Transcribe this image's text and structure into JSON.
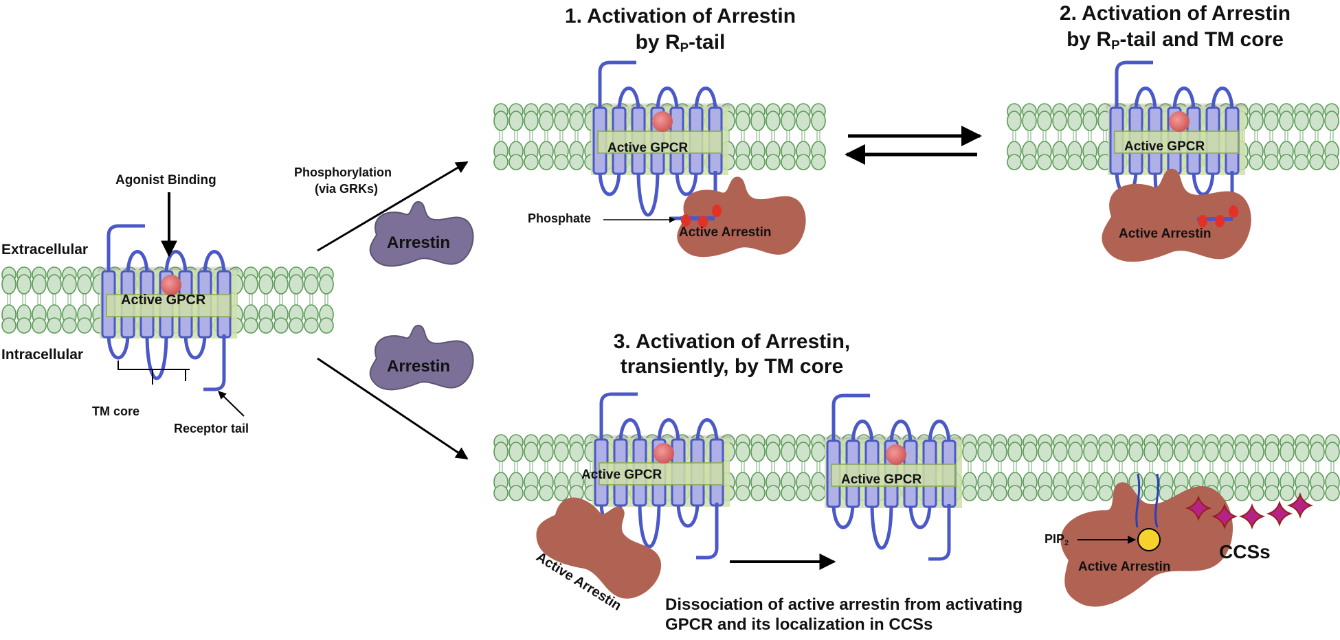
{
  "figure": {
    "colors": {
      "membrane_fill": "#cfe3cc",
      "membrane_stroke": "#5a9a55",
      "receptor_fill": "#aeb0e6",
      "receptor_stroke": "#4a58c8",
      "core_box_fill": "#cfe0a8",
      "ligand": "#e06b6b",
      "arrestin_inactive": "#7c7098",
      "arrestin_active": "#b06253",
      "phosphate": "#e23228",
      "pip2": "#f7d22a",
      "ccs": "#b52387",
      "arrow": "#000000"
    },
    "left_panel": {
      "agonist_binding": "Agonist Binding",
      "extracellular": "Extracellular",
      "intracellular": "Intracellular",
      "gpcr_label": "Active GPCR",
      "tm_core": "TM core",
      "receptor_tail": "Receptor tail"
    },
    "arrows": {
      "phosphorylation_line1": "Phosphorylation",
      "phosphorylation_line2": "(via GRKs)",
      "arrestin_upper": "Arrestin",
      "arrestin_lower": "Arrestin"
    },
    "panel1": {
      "title_line1": "1. Activation of Arrestin",
      "title_line2_prefix": "by R",
      "title_line2_sub": "P",
      "title_line2_suffix": "-tail",
      "gpcr_label": "Active GPCR",
      "phosphate_label": "Phosphate",
      "arrestin_label": "Active Arrestin"
    },
    "panel2": {
      "title_line1": "2. Activation of Arrestin",
      "title_line2_prefix": "by R",
      "title_line2_sub": "P",
      "title_line2_suffix": "-tail and TM core",
      "gpcr_label": "Active GPCR",
      "arrestin_label": "Active Arrestin"
    },
    "panel3": {
      "title_line1": "3. Activation of Arrestin,",
      "title_line2": "transiently, by TM core",
      "gpcr_label_a": "Active GPCR",
      "gpcr_label_b": "Active GPCR",
      "arrestin_label_a": "Active Arrestin",
      "arrestin_label_b": "Active Arrestin",
      "pip2_prefix": "PIP",
      "pip2_sub": "2",
      "ccs_label": "CCSs",
      "caption_line1": "Dissociation of active arrestin from activating",
      "caption_line2": "GPCR and its localization in CCSs"
    }
  }
}
